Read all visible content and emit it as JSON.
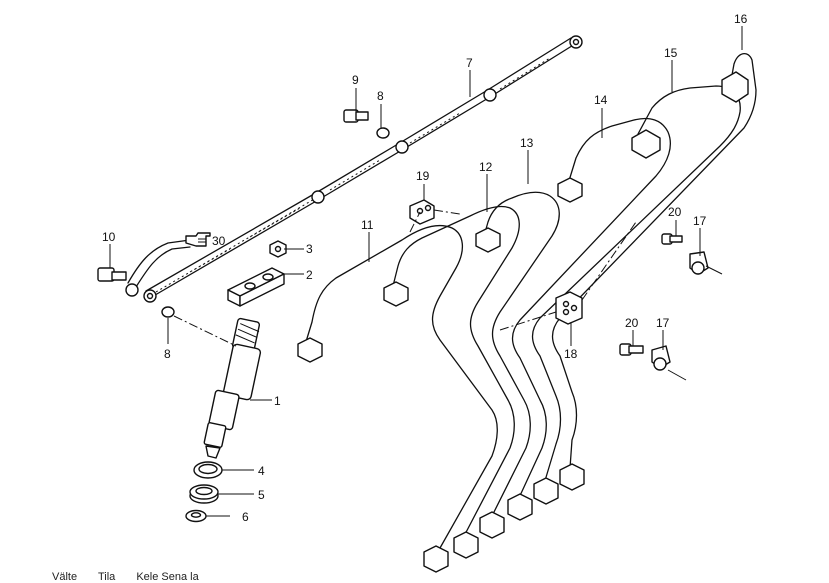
{
  "diagram": {
    "callouts": {
      "c1": "1",
      "c2": "2",
      "c3": "3",
      "c4": "4",
      "c5": "5",
      "c6": "6",
      "c7": "7",
      "c8a": "8",
      "c8b": "8",
      "c9": "9",
      "c10": "10",
      "c11": "11",
      "c12": "12",
      "c13": "13",
      "c14": "14",
      "c15": "15",
      "c16": "16",
      "c17a": "17",
      "c17b": "17",
      "c18": "18",
      "c19": "19",
      "c20a": "20",
      "c20b": "20",
      "c30": "30"
    },
    "reference_icon": "pointing-hand-icon"
  },
  "footer": {
    "parts": [
      "Välte",
      "Tila",
      "Kele Sena la"
    ]
  }
}
